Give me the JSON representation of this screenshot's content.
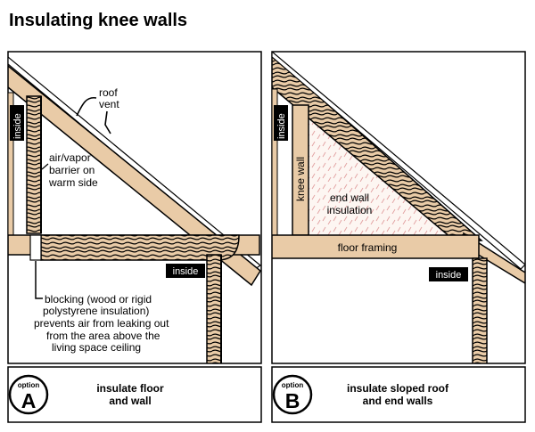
{
  "title": "Insulating knee walls",
  "panel_a": {
    "inside_vertical": "inside",
    "inside_horizontal": "inside",
    "roof_vent_line1": "roof",
    "roof_vent_line2": "vent",
    "barrier_line1": "air/vapor",
    "barrier_line2": "barrier on",
    "barrier_line3": "warm side",
    "blocking_line1": "blocking (wood or rigid",
    "blocking_line2": "polystyrene insulation)",
    "blocking_line3": "prevents air from leaking out",
    "blocking_line4": "from the area above the",
    "blocking_line5": "living space ceiling"
  },
  "panel_b": {
    "inside_vertical": "inside",
    "inside_horizontal": "inside",
    "knee_wall": "knee wall",
    "end_wall_line1": "end wall",
    "end_wall_line2": "insulation",
    "floor_framing": "floor framing"
  },
  "options": [
    {
      "word": "option",
      "letter": "A",
      "caption_line1": "insulate floor",
      "caption_line2": "and wall"
    },
    {
      "word": "option",
      "letter": "B",
      "caption_line1": "insulate sloped roof",
      "caption_line2": "and end walls"
    }
  ],
  "colors": {
    "wood": "#e9cba7",
    "outline": "#000000",
    "hatch": "#e2a0a0",
    "tag_bg": "#000000"
  }
}
